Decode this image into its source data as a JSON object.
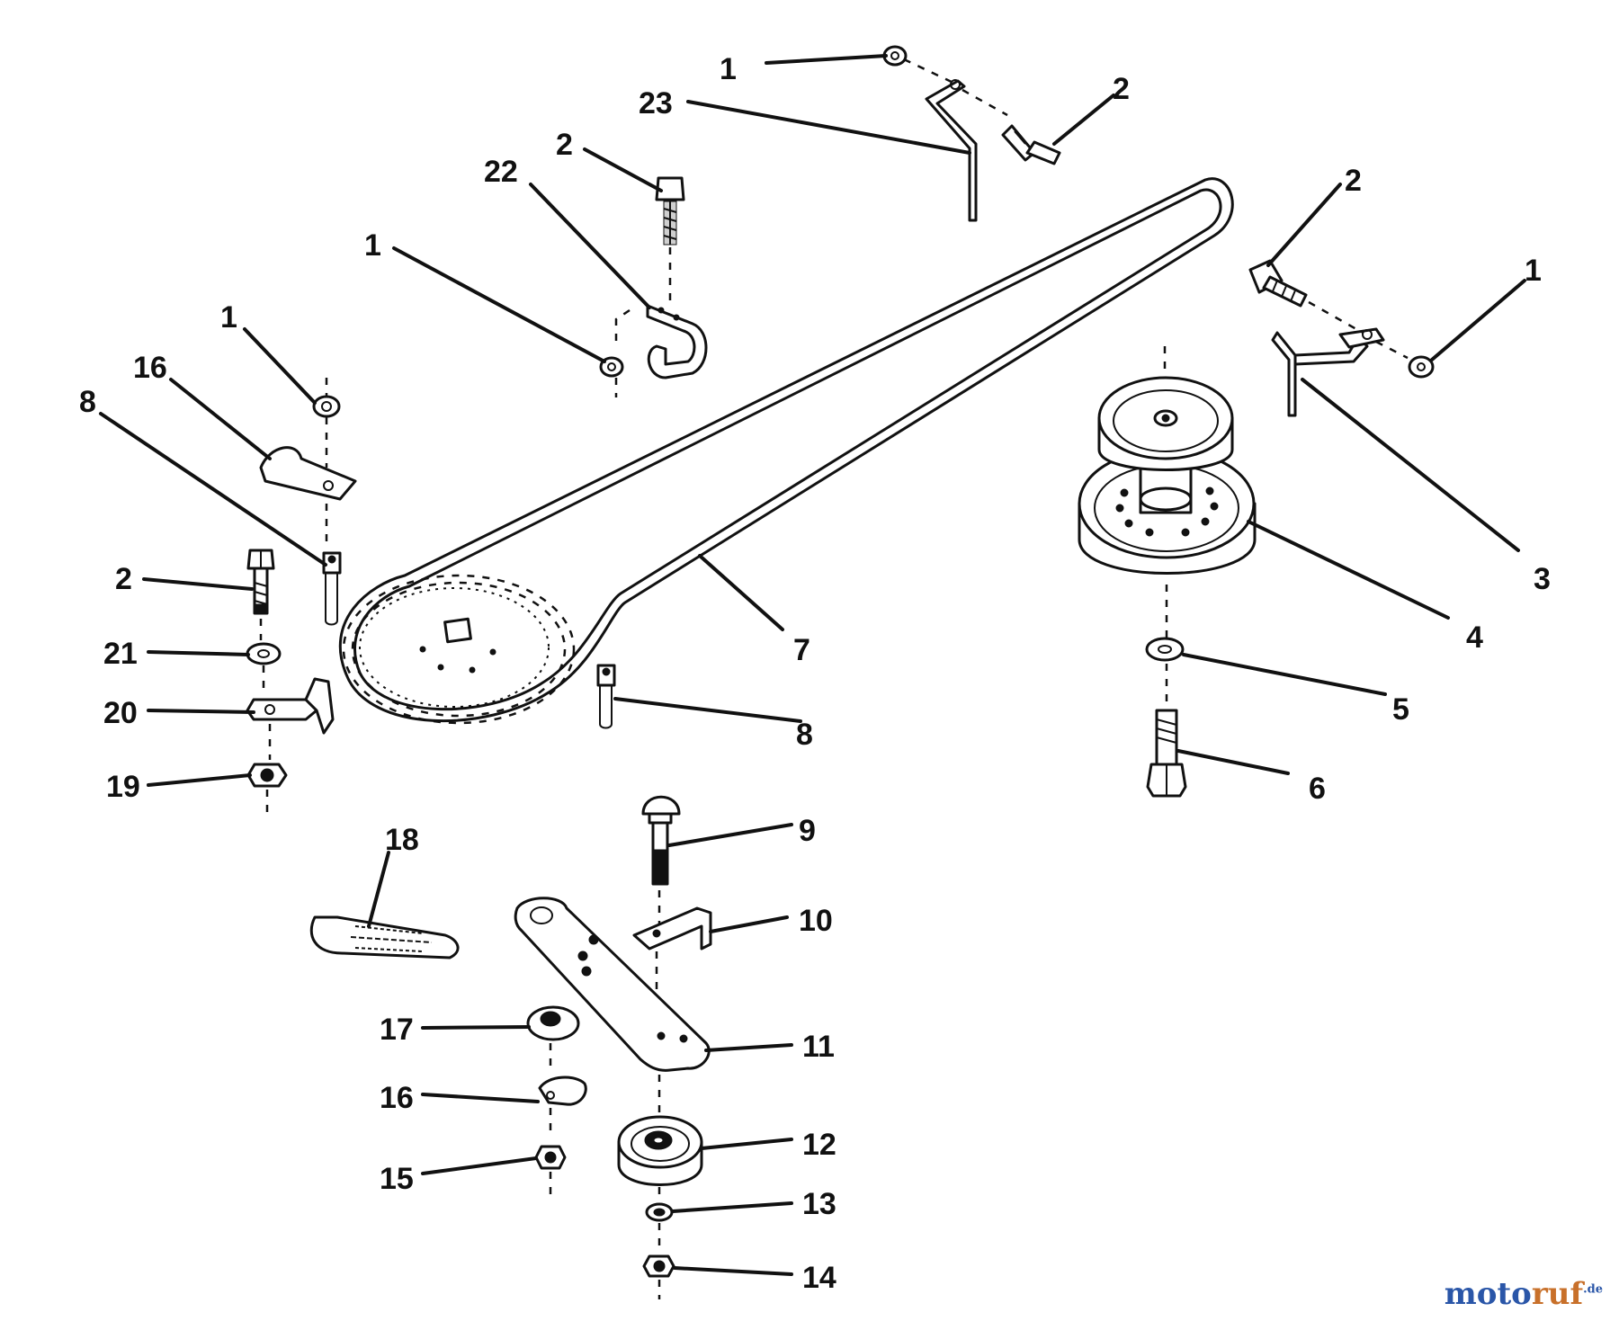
{
  "diagram": {
    "callouts": [
      {
        "id": "c1a",
        "label": "1"
      },
      {
        "id": "c23",
        "label": "23"
      },
      {
        "id": "c2a",
        "label": "2"
      },
      {
        "id": "c2b",
        "label": "2"
      },
      {
        "id": "c22",
        "label": "22"
      },
      {
        "id": "c1b",
        "label": "1"
      },
      {
        "id": "c2c",
        "label": "2"
      },
      {
        "id": "c1c",
        "label": "1"
      },
      {
        "id": "c1d",
        "label": "1"
      },
      {
        "id": "c16a",
        "label": "16"
      },
      {
        "id": "c8a",
        "label": "8"
      },
      {
        "id": "c2d",
        "label": "2"
      },
      {
        "id": "c21",
        "label": "21"
      },
      {
        "id": "c20",
        "label": "20"
      },
      {
        "id": "c19",
        "label": "19"
      },
      {
        "id": "c7",
        "label": "7"
      },
      {
        "id": "c8b",
        "label": "8"
      },
      {
        "id": "c3",
        "label": "3"
      },
      {
        "id": "c4",
        "label": "4"
      },
      {
        "id": "c5",
        "label": "5"
      },
      {
        "id": "c6",
        "label": "6"
      },
      {
        "id": "c9",
        "label": "9"
      },
      {
        "id": "c18",
        "label": "18"
      },
      {
        "id": "c10",
        "label": "10"
      },
      {
        "id": "c11",
        "label": "11"
      },
      {
        "id": "c17",
        "label": "17"
      },
      {
        "id": "c16b",
        "label": "16"
      },
      {
        "id": "c12",
        "label": "12"
      },
      {
        "id": "c15",
        "label": "15"
      },
      {
        "id": "c13",
        "label": "13"
      },
      {
        "id": "c14",
        "label": "14"
      }
    ]
  },
  "watermark": {
    "part1": "moto",
    "part2": "ruf",
    "part3": ".de"
  }
}
